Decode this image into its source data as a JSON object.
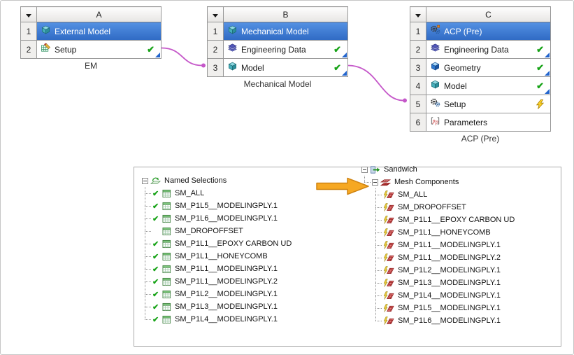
{
  "colors": {
    "accent_blue": "#2f6ac4",
    "connector_magenta": "#c558c9",
    "arrow_orange": "#f6a823",
    "check_green": "#17a317"
  },
  "schematic": {
    "systems": [
      {
        "letter": "A",
        "caption": "EM",
        "rows": [
          {
            "num": "1",
            "label": "External Model",
            "icon": "model-icon",
            "selected": true,
            "status": "none",
            "corner": false
          },
          {
            "num": "2",
            "label": "Setup",
            "icon": "setup-external-icon",
            "selected": false,
            "status": "check",
            "corner": true
          }
        ]
      },
      {
        "letter": "B",
        "caption": "Mechanical Model",
        "rows": [
          {
            "num": "1",
            "label": "Mechanical Model",
            "icon": "model-icon",
            "selected": true,
            "status": "none",
            "corner": false
          },
          {
            "num": "2",
            "label": "Engineering Data",
            "icon": "engineering-data-icon",
            "selected": false,
            "status": "check",
            "corner": true
          },
          {
            "num": "3",
            "label": "Model",
            "icon": "model-icon",
            "selected": false,
            "status": "check",
            "corner": true
          }
        ]
      },
      {
        "letter": "C",
        "caption": "ACP (Pre)",
        "rows": [
          {
            "num": "1",
            "label": "ACP (Pre)",
            "icon": "acp-icon",
            "selected": true,
            "status": "none",
            "corner": false
          },
          {
            "num": "2",
            "label": "Engineering Data",
            "icon": "engineering-data-icon",
            "selected": false,
            "status": "check",
            "corner": true
          },
          {
            "num": "3",
            "label": "Geometry",
            "icon": "geometry-icon",
            "selected": false,
            "status": "check",
            "corner": true
          },
          {
            "num": "4",
            "label": "Model",
            "icon": "model-icon",
            "selected": false,
            "status": "check",
            "corner": true
          },
          {
            "num": "5",
            "label": "Setup",
            "icon": "setup-gears-icon",
            "selected": false,
            "status": "bolt",
            "corner": false
          },
          {
            "num": "6",
            "label": "Parameters",
            "icon": "parameters-icon",
            "selected": false,
            "status": "none",
            "corner": false
          }
        ]
      }
    ]
  },
  "trees": {
    "named_selections": {
      "root_label": "Named Selections",
      "items": [
        {
          "label": "SM_ALL",
          "checked": true
        },
        {
          "label": "SM_P1L5__MODELINGPLY.1",
          "checked": true
        },
        {
          "label": "SM_P1L6__MODELINGPLY.1",
          "checked": true
        },
        {
          "label": "SM_DROPOFFSET",
          "checked": false
        },
        {
          "label": "SM_P1L1__EPOXY CARBON UD",
          "checked": true
        },
        {
          "label": "SM_P1L1__HONEYCOMB",
          "checked": true
        },
        {
          "label": "SM_P1L1__MODELINGPLY.1",
          "checked": true
        },
        {
          "label": "SM_P1L1__MODELINGPLY.2",
          "checked": true
        },
        {
          "label": "SM_P1L2__MODELINGPLY.1",
          "checked": true
        },
        {
          "label": "SM_P1L3__MODELINGPLY.1",
          "checked": true
        },
        {
          "label": "SM_P1L4__MODELINGPLY.1",
          "checked": true
        }
      ]
    },
    "sandwich": {
      "root_label": "Sandwich",
      "mesh_components_label": "Mesh Components",
      "items": [
        {
          "label": "SM_ALL"
        },
        {
          "label": "SM_DROPOFFSET"
        },
        {
          "label": "SM_P1L1__EPOXY CARBON UD"
        },
        {
          "label": "SM_P1L1__HONEYCOMB"
        },
        {
          "label": "SM_P1L1__MODELINGPLY.1"
        },
        {
          "label": "SM_P1L1__MODELINGPLY.2"
        },
        {
          "label": "SM_P1L2__MODELINGPLY.1"
        },
        {
          "label": "SM_P1L3__MODELINGPLY.1"
        },
        {
          "label": "SM_P1L4__MODELINGPLY.1"
        },
        {
          "label": "SM_P1L5__MODELINGPLY.1"
        },
        {
          "label": "SM_P1L6__MODELINGPLY.1"
        }
      ]
    }
  }
}
